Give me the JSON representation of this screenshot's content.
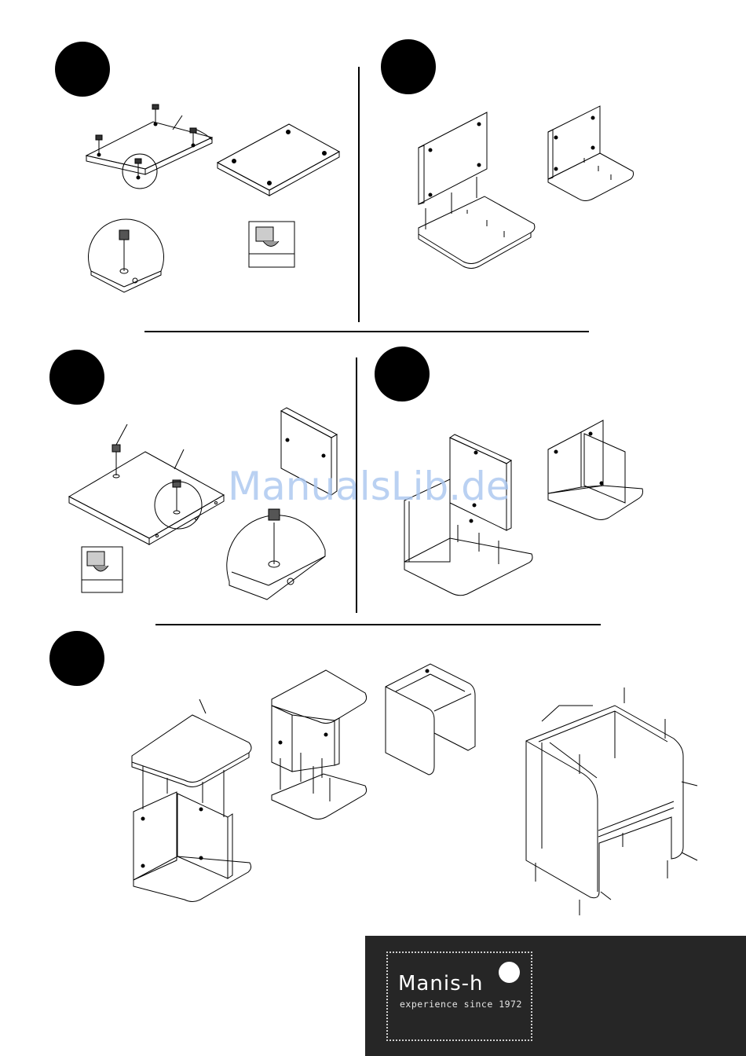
{
  "watermark": {
    "text": "ManualsLib.de"
  },
  "footer": {
    "brand": "Manis-h",
    "tagline": "experience since 1972"
  },
  "colors": {
    "footer_bg": "#262626",
    "watermark": "#a9c6f0"
  },
  "steps": [
    {
      "id": "step-1"
    },
    {
      "id": "step-2"
    },
    {
      "id": "step-3"
    },
    {
      "id": "step-4"
    },
    {
      "id": "step-5"
    }
  ]
}
